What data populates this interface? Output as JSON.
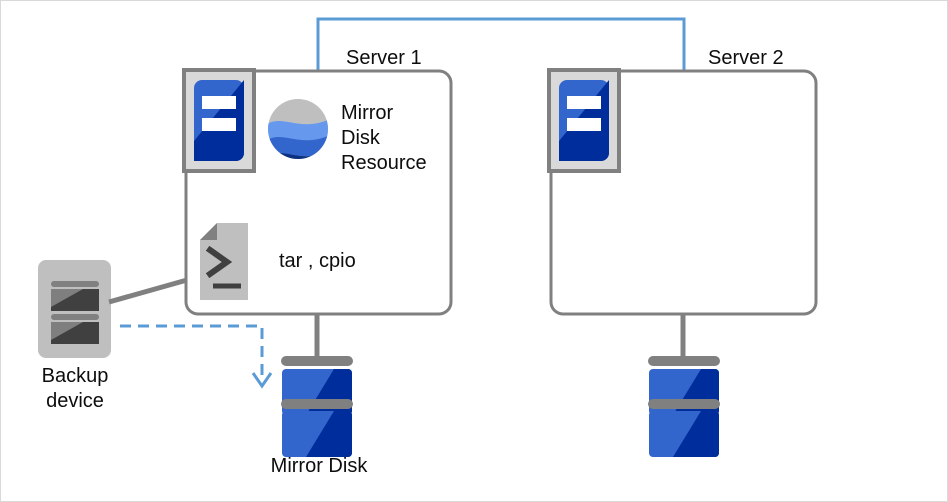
{
  "diagram": {
    "title_server1": "Server 1",
    "title_server2": "Server 2",
    "mirror_disk_resource_lines": "Mirror\nDisk\nResource",
    "tar_cpio_label": "tar , cpio",
    "backup_device_label": "Backup\ndevice",
    "mirror_disk_label": "Mirror Disk",
    "colors": {
      "interconnect_blue": "#5B9BD5",
      "dashed_arrow_blue": "#5B9BD5",
      "connector_gray": "#808080",
      "box_border_gray": "#808080",
      "icon_frame_gray": "#BFBFBF",
      "server_icon_blue": "#3366CC",
      "server_icon_dark_blue": "#002D9C",
      "disk_blue": "#3366CC",
      "disk_dark_blue": "#002D9C",
      "disk_band_gray": "#808080",
      "backup_body_gray": "#BFBFBF",
      "backup_disk_gray": "#7F7F7F",
      "backup_disk_dark_gray": "#404040",
      "script_icon_gray": "#BFBFBF",
      "globe_gray": "#BFBFBF",
      "globe_light_blue": "#6699EE",
      "globe_mid_blue": "#3366CC",
      "globe_navy": "#0B3180",
      "text": "#0D0D0D",
      "canvas_border": "#D9D9D9"
    },
    "elements": {
      "interconnect": "horizontal bracket linking Server 1 and Server 2",
      "backup_link": "gray line from backup device to Server 1",
      "backup_flow": "blue dashed arrow from backup device to Mirror Disk"
    }
  }
}
